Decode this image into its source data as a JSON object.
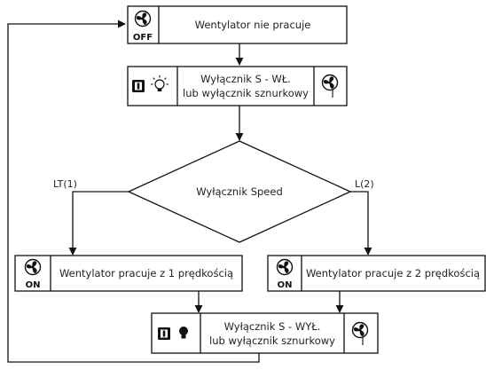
{
  "nodes": {
    "off": {
      "text": "Wentylator nie pracuje",
      "icon_label": "OFF"
    },
    "switch_on": {
      "line1": "Wyłącznik S - WŁ.",
      "line2": "lub wyłącznik sznurkowy"
    },
    "decision": {
      "text": "Wyłącznik Speed"
    },
    "speed1": {
      "text": "Wentylator pracuje z 1 prędkością",
      "icon_label": "ON"
    },
    "speed2": {
      "text": "Wentylator pracuje z 2 prędkością",
      "icon_label": "ON"
    },
    "switch_off": {
      "line1": "Wyłącznik S - WYŁ.",
      "line2": "lub wyłącznik sznurkowy"
    }
  },
  "edges": {
    "left_label": "LT(1)",
    "right_label": "L(2)"
  },
  "icons": [
    "fan-icon",
    "switch-icon",
    "bulb-on-icon",
    "bulb-off-icon",
    "pull-cord-fan-icon"
  ]
}
